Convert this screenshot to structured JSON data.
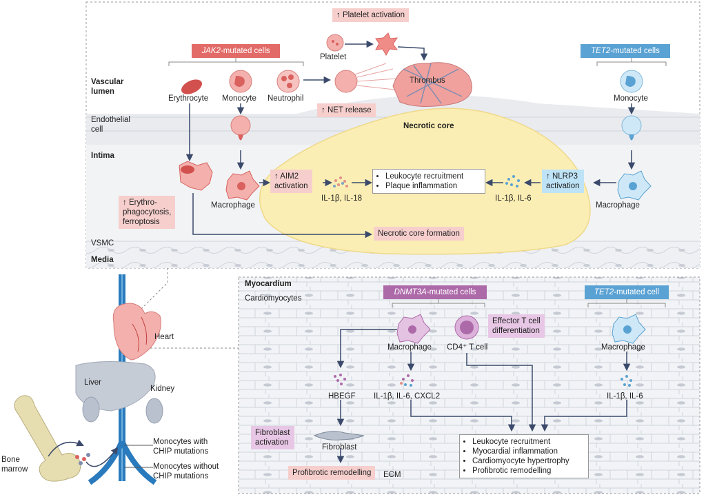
{
  "top_panel": {
    "region_vascular_lumen": [
      "Vascular",
      "lumen"
    ],
    "region_endothelial": [
      "Endothelial",
      "cell"
    ],
    "region_intima": "Intima",
    "region_vsmc": "VSMC",
    "region_media": "Media",
    "jak2_label_gene": "JAK2",
    "jak2_label_rest": "-mutated cells",
    "tet2_label_gene": "TET2",
    "tet2_label_rest": "-mutated cells",
    "cells": {
      "erythrocyte": "Erythrocyte",
      "monocyte_left": "Monocyte",
      "neutrophil": "Neutrophil",
      "platelet": "Platelet",
      "thrombus": "Thrombus",
      "monocyte_right": "Monocyte",
      "macrophage_left": "Macrophage",
      "macrophage_right": "Macrophage"
    },
    "platelet_activation": "↑ Platelet activation",
    "net_release": "↑ NET release",
    "necrotic_core": "Necrotic core",
    "erythrophagocytosis": [
      "↑ Erythro-",
      "phagocytosis,",
      "ferroptosis"
    ],
    "aim2": [
      "↑ AIM2",
      "activation"
    ],
    "nlrp3": [
      "↑  NLRP3",
      "activation"
    ],
    "il_left": "IL-1β, IL-18",
    "il_right": "IL-1β, IL-6",
    "outcomes": [
      "Leukocyte recruitment",
      "Plaque inflammation"
    ],
    "necrotic_core_formation": "Necrotic core formation"
  },
  "body": {
    "heart": "Heart",
    "liver": "Liver",
    "kidney": "Kidney",
    "bone_marrow": [
      "Bone",
      "marrow"
    ],
    "monocytes_with": [
      "Monocytes with",
      "CHIP mutations"
    ],
    "monocytes_without": [
      "Monocytes without",
      "CHIP mutations"
    ]
  },
  "bottom_panel": {
    "region_myocardium": "Myocardium",
    "region_cardiomyocytes": "Cardiomyocytes",
    "dnmt3a_gene": "DNMT3A",
    "dnmt3a_rest": "-mutated cells",
    "tet2_gene": "TET2",
    "tet2_rest": "-mutated cell",
    "macrophage_left": "Macrophage",
    "cd4": "CD4⁺ T cell",
    "macrophage_right": "Macrophage",
    "effector": [
      "Effector T cell",
      "differentiation"
    ],
    "hbegf": "HBEGF",
    "il_mid": "IL-1β, IL-6, CXCL2",
    "il_right": "IL-1β, IL-6",
    "fibroblast_activation": [
      "Fibroblast",
      "activation"
    ],
    "fibroblast": "Fibroblast",
    "profibrotic": "Profibrotic remodelling",
    "ecm": "ECM",
    "outcomes": [
      "Leukocyte recruitment",
      "Myocardial inflammation",
      "Cardiomyocyte hypertrophy",
      "Profibrotic remodelling"
    ]
  },
  "colors": {
    "jak2_red": "#e26a67",
    "tet2_blue": "#5aa2d3",
    "dnmt3a_purple": "#ad6aa9",
    "plaque_yellow": "#fbeeb4",
    "arrow_navy": "#3b4a6b"
  }
}
